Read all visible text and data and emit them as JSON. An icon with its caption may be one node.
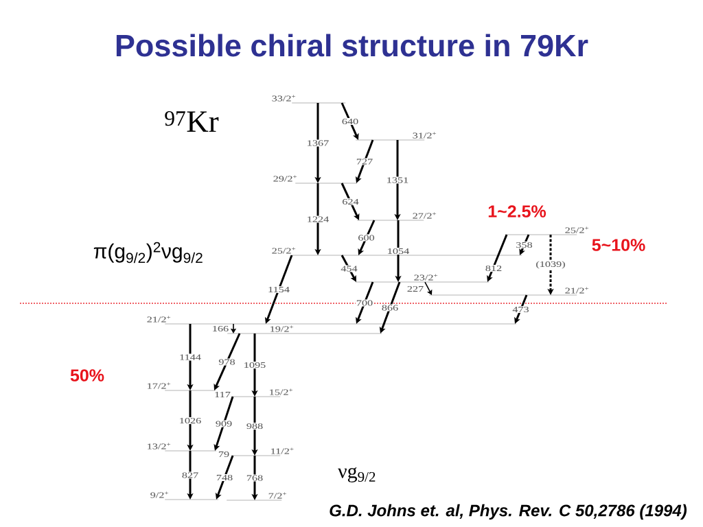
{
  "diagram": {
    "title": "Possible chiral structure in 79Kr",
    "caption": "G.D. Johns et. al, Phys. Rev. C 50,2786 (1994)",
    "nodes": [
      {
        "text": [
          "33/2$^{+}$"
        ]
      },
      {
        "text": [
          "31/2$^{+}$"
        ]
      },
      {
        "text": [
          "29/2$^{+}$"
        ]
      },
      {
        "text": [
          "27/2$^{+}$"
        ]
      },
      {
        "text": [
          "25/2$^{+}$"
        ]
      },
      {
        "text": [
          "25/2$^{+}$"
        ]
      },
      {
        "text": [
          "23/2$^{+}$"
        ]
      },
      {
        "text": [
          "21/2$^{+}$"
        ]
      },
      {
        "text": [
          "21/2$^{+}$"
        ]
      },
      {
        "text": [
          "19/2$^{+}$"
        ]
      },
      {
        "text": [
          "17/2$^{+}$"
        ]
      },
      {
        "text": [
          "15/2$^{+}$"
        ]
      },
      {
        "text": [
          "13/2$^{+}$"
        ]
      },
      {
        "text": [
          "11/2$^{+}$"
        ]
      },
      {
        "text": [
          "9/2$^{+}$"
        ]
      },
      {
        "text": [
          "7/2$^{+}$"
        ]
      }
    ],
    "edges": [
      {
        "from": 0,
        "to": 2,
        "arrow": "to",
        "label": "1367"
      },
      {
        "from": 0,
        "to": 1,
        "arrow": "to",
        "label": "640"
      },
      {
        "from": 1,
        "to": 2,
        "arrow": "to",
        "label": "727"
      },
      {
        "from": 1,
        "to": 3,
        "arrow": "to",
        "label": "1351"
      },
      {
        "from": 2,
        "to": 5,
        "arrow": "to",
        "label": "1224"
      },
      {
        "from": 2,
        "to": 3,
        "arrow": "to",
        "label": "624"
      },
      {
        "from": 3,
        "to": 5,
        "arrow": "to",
        "label": "600"
      },
      {
        "from": 3,
        "to": 6,
        "arrow": "to",
        "label": "1054"
      },
      {
        "from": 5,
        "to": 6,
        "arrow": "to",
        "label": "454"
      },
      {
        "from": 5,
        "to": 8,
        "arrow": "to",
        "label": "1154"
      },
      {
        "from": 6,
        "to": 8,
        "arrow": "to",
        "label": "700"
      },
      {
        "from": 6,
        "to": 9,
        "arrow": "to",
        "label": "866"
      },
      {
        "from": 6,
        "to": 7,
        "arrow": "to",
        "label": "227"
      },
      {
        "from": 4,
        "to": 6,
        "arrow": "to",
        "label": "812"
      },
      {
        "from": 4,
        "to": 5,
        "arrow": "to",
        "label": "358"
      },
      {
        "from": 4,
        "to": 7,
        "arrow": "to",
        "label": "(1039)",
        "style": "dashed"
      },
      {
        "from": 7,
        "to": 8,
        "arrow": "to",
        "label": "473"
      },
      {
        "from": 8,
        "to": 9,
        "arrow": "to",
        "label": "166"
      },
      {
        "from": 8,
        "to": 10,
        "arrow": "to",
        "label": "1144"
      },
      {
        "from": 9,
        "to": 10,
        "arrow": "to",
        "label": "978"
      },
      {
        "from": 9,
        "to": 11,
        "arrow": "to",
        "label": "1095"
      },
      {
        "from": 11,
        "to": 12,
        "arrow": "to",
        "label": "909"
      },
      {
        "from": 11,
        "to": 13,
        "arrow": "to",
        "label": "988"
      },
      {
        "from": 10,
        "to": 12,
        "arrow": "to",
        "label": "1026"
      },
      {
        "from": 12,
        "to": 14,
        "arrow": "to",
        "label": "827"
      },
      {
        "from": 13,
        "to": 14,
        "arrow": "to",
        "label": "748"
      },
      {
        "from": 13,
        "to": 15,
        "arrow": "to",
        "label": "768"
      }
    ],
    "labels": [
      "$^{97}$Kr",
      "1~2.5%",
      "5~10%",
      "π(g$_{9/2}$)$^{2}$νg$_{9/2}$",
      "50%",
      "117",
      "79",
      "νg$_{9/2}$"
    ]
  }
}
